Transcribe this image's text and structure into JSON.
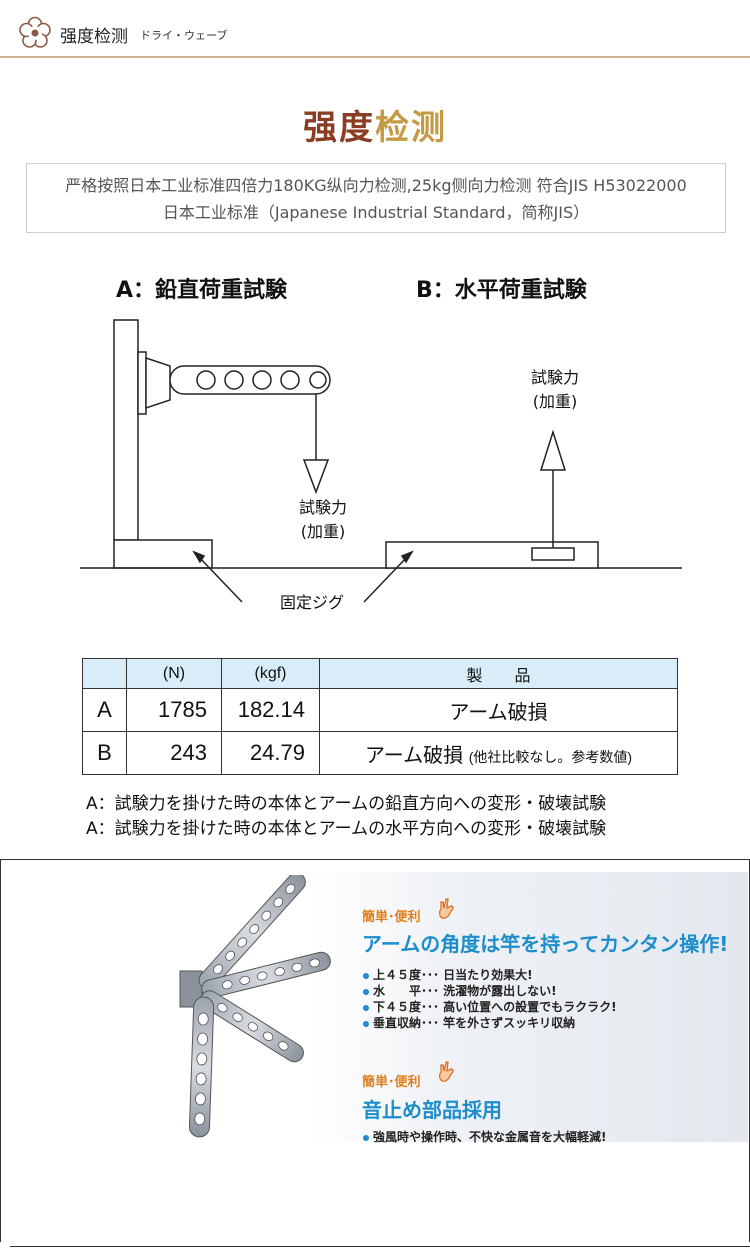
{
  "header": {
    "title": "强度检测",
    "subtitle": "ドライ・ウェーブ"
  },
  "main_title": {
    "part1": "强度",
    "part2": "检测"
  },
  "description": {
    "line1": "严格按照日本工业标准四倍力180KG纵向力检测,25kg侧向力检测 符合JIS H53022000",
    "line2": "日本工业标准（Japanese Industrial Standard，简称JIS）"
  },
  "diagram": {
    "test_a_title": "A：鉛直荷重試験",
    "test_b_title": "B：水平荷重試験",
    "force_line1": "試験力",
    "force_line2": "(加重)",
    "jig_label": "固定ジグ"
  },
  "table": {
    "headers": [
      "",
      "(N)",
      "(kgf)",
      "製　　品"
    ],
    "rows": [
      {
        "label": "A",
        "n": "1785",
        "kgf": "182.14",
        "product": "アーム破損",
        "note": ""
      },
      {
        "label": "B",
        "n": "243",
        "kgf": "24.79",
        "product": "アーム破損",
        "note": "(他社比較なし。参考数値)"
      }
    ]
  },
  "footnotes": [
    "A：試験力を掛けた時の本体とアームの鉛直方向への変形・破壊試験",
    "A：試験力を掛けた時の本体とアームの水平方向への変形・破壊試験"
  ],
  "feature1": {
    "label": "簡単･便利",
    "title": "アームの角度は竿を持ってカンタン操作!",
    "items": [
      "上４５度･･･ 日当たり効果大!",
      "水　　平･･･ 洗濯物が露出しない!",
      "下４５度･･･ 高い位置への設置でもラクラク!",
      "垂直収納･･･ 竿を外さずスッキリ収納"
    ]
  },
  "feature2": {
    "label": "簡単･便利",
    "title": "音止め部品採用",
    "items": [
      "強風時や操作時、不快な金属音を大幅軽減!"
    ]
  },
  "colors": {
    "title_dark": "#8a3d22",
    "title_gold": "#c49a45",
    "accent_blue": "#1d8dcc",
    "accent_orange": "#e07f1a",
    "table_header": "#d8edf7"
  }
}
